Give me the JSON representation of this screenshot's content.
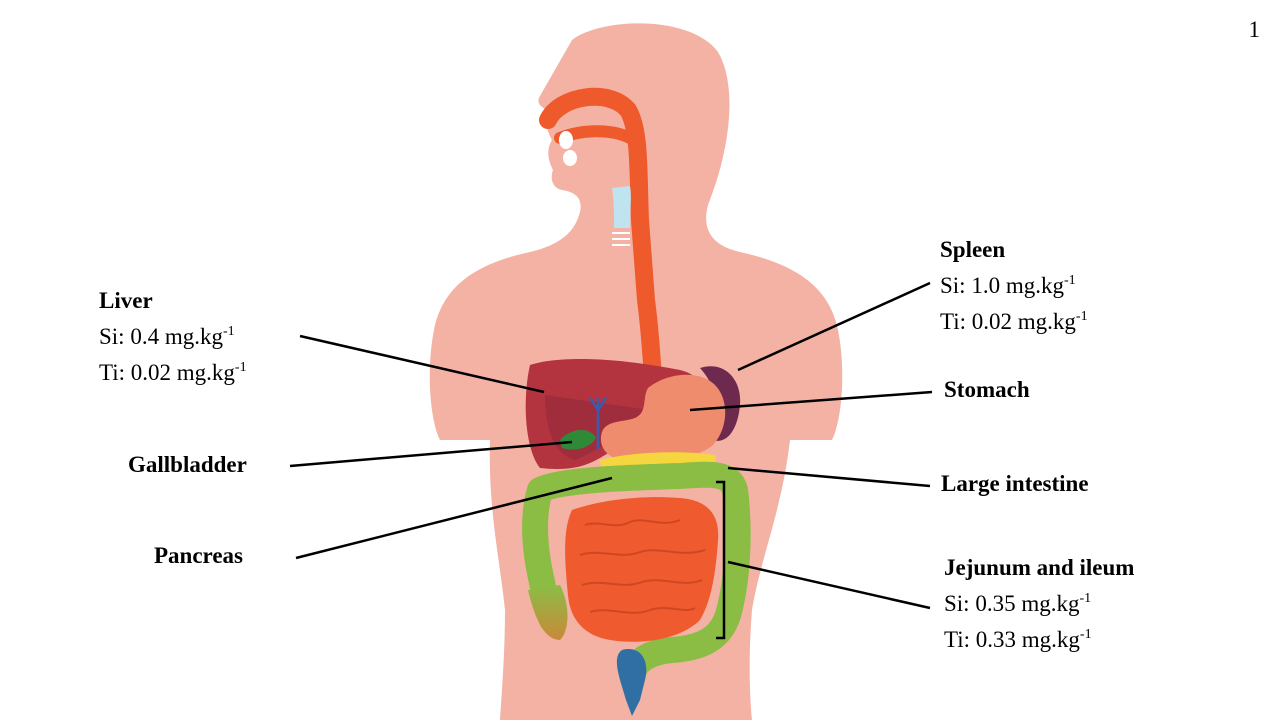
{
  "page_number": "1",
  "colors": {
    "skin": "#f4b2a5",
    "esophagus": "#ee5a2c",
    "liver": "#b3333f",
    "spleen": "#6e2a4e",
    "stomach": "#f08c6e",
    "gallbladder": "#2f8a38",
    "pancreas": "#f5d63e",
    "large_intestine": "#8bbd45",
    "small_intestine": "#ef5a2e",
    "rectum": "#2f6fa3",
    "trachea": "#bfe3ef",
    "leader_line": "#000000"
  },
  "organs": {
    "liver": {
      "name": "Liver",
      "si_prefix": "Si: 0.4 mg.kg",
      "si_exp": "-1",
      "ti_prefix": "Ti: 0.02 mg.kg",
      "ti_exp": "-1"
    },
    "spleen": {
      "name": "Spleen",
      "si_prefix": "Si: 1.0 mg.kg",
      "si_exp": "-1",
      "ti_prefix": "Ti: 0.02 mg.kg",
      "ti_exp": "-1"
    },
    "stomach": {
      "name": "Stomach"
    },
    "gallbladder": {
      "name": "Gallbladder"
    },
    "large_intestine": {
      "name": "Large intestine"
    },
    "pancreas": {
      "name": "Pancreas"
    },
    "jejunum_ileum": {
      "name": "Jejunum and ileum",
      "si_prefix": "Si: 0.35 mg.kg",
      "si_exp": "-1",
      "ti_prefix": "Ti: 0.33 mg.kg",
      "ti_exp": "-1"
    }
  }
}
